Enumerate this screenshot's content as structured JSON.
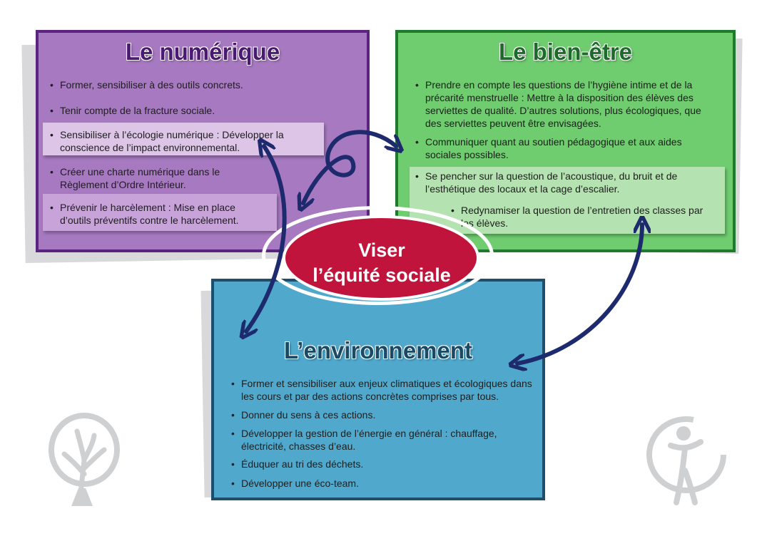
{
  "numerique": {
    "title": "Le numérique",
    "items": [
      "Former, sensibiliser à des outils concrets.",
      "Tenir compte de la fracture sociale.",
      "Sensibiliser à l’écologie numérique :  Développer la conscience de l’impact environnemental.",
      "Créer une charte numérique dans le Règlement d’Ordre Intérieur.",
      "Prévenir le harcèlement :  Mise en place d’outils préventifs contre le harcèlement."
    ]
  },
  "bien_etre": {
    "title": "Le bien-être",
    "items": [
      "Prendre en compte les questions de l’hygiène intime et de la précarité menstruelle :  Mettre à la disposition des  élèves des serviettes de qualité. D’autres solutions, plus écologiques, que des serviettes peuvent être envisagées.",
      "Communiquer quant au soutien pédagogique et aux aides sociales possibles.",
      "Se pencher sur la question de l’acoustique, du bruit et de l’esthétique des locaux et la cage d’escalier."
    ],
    "subitem": "Redynamiser la question de l’entretien des classes par les élèves."
  },
  "environnement": {
    "title": "L’environnement",
    "items": [
      "Former et sensibiliser aux enjeux climatiques et écologiques dans les cours et par des actions concrètes comprises par tous.",
      "Donner du sens à ces actions.",
      "Développer la gestion de l’énergie en général : chauffage, électricité, chasses d’eau.",
      "Éduquer au tri des déchets.",
      "Développer une éco-team."
    ]
  },
  "center": {
    "line1": "Viser",
    "line2": "l’équité sociale"
  },
  "icons": [
    "tree-logo-icon",
    "person-logo-icon"
  ],
  "colors": {
    "numerique_fill": "#a779c0",
    "bien_etre_fill": "#6fcc6f",
    "environnement_fill": "#50a9cc",
    "center_fill": "#c0143c",
    "arrow": "#1e2a6e"
  }
}
